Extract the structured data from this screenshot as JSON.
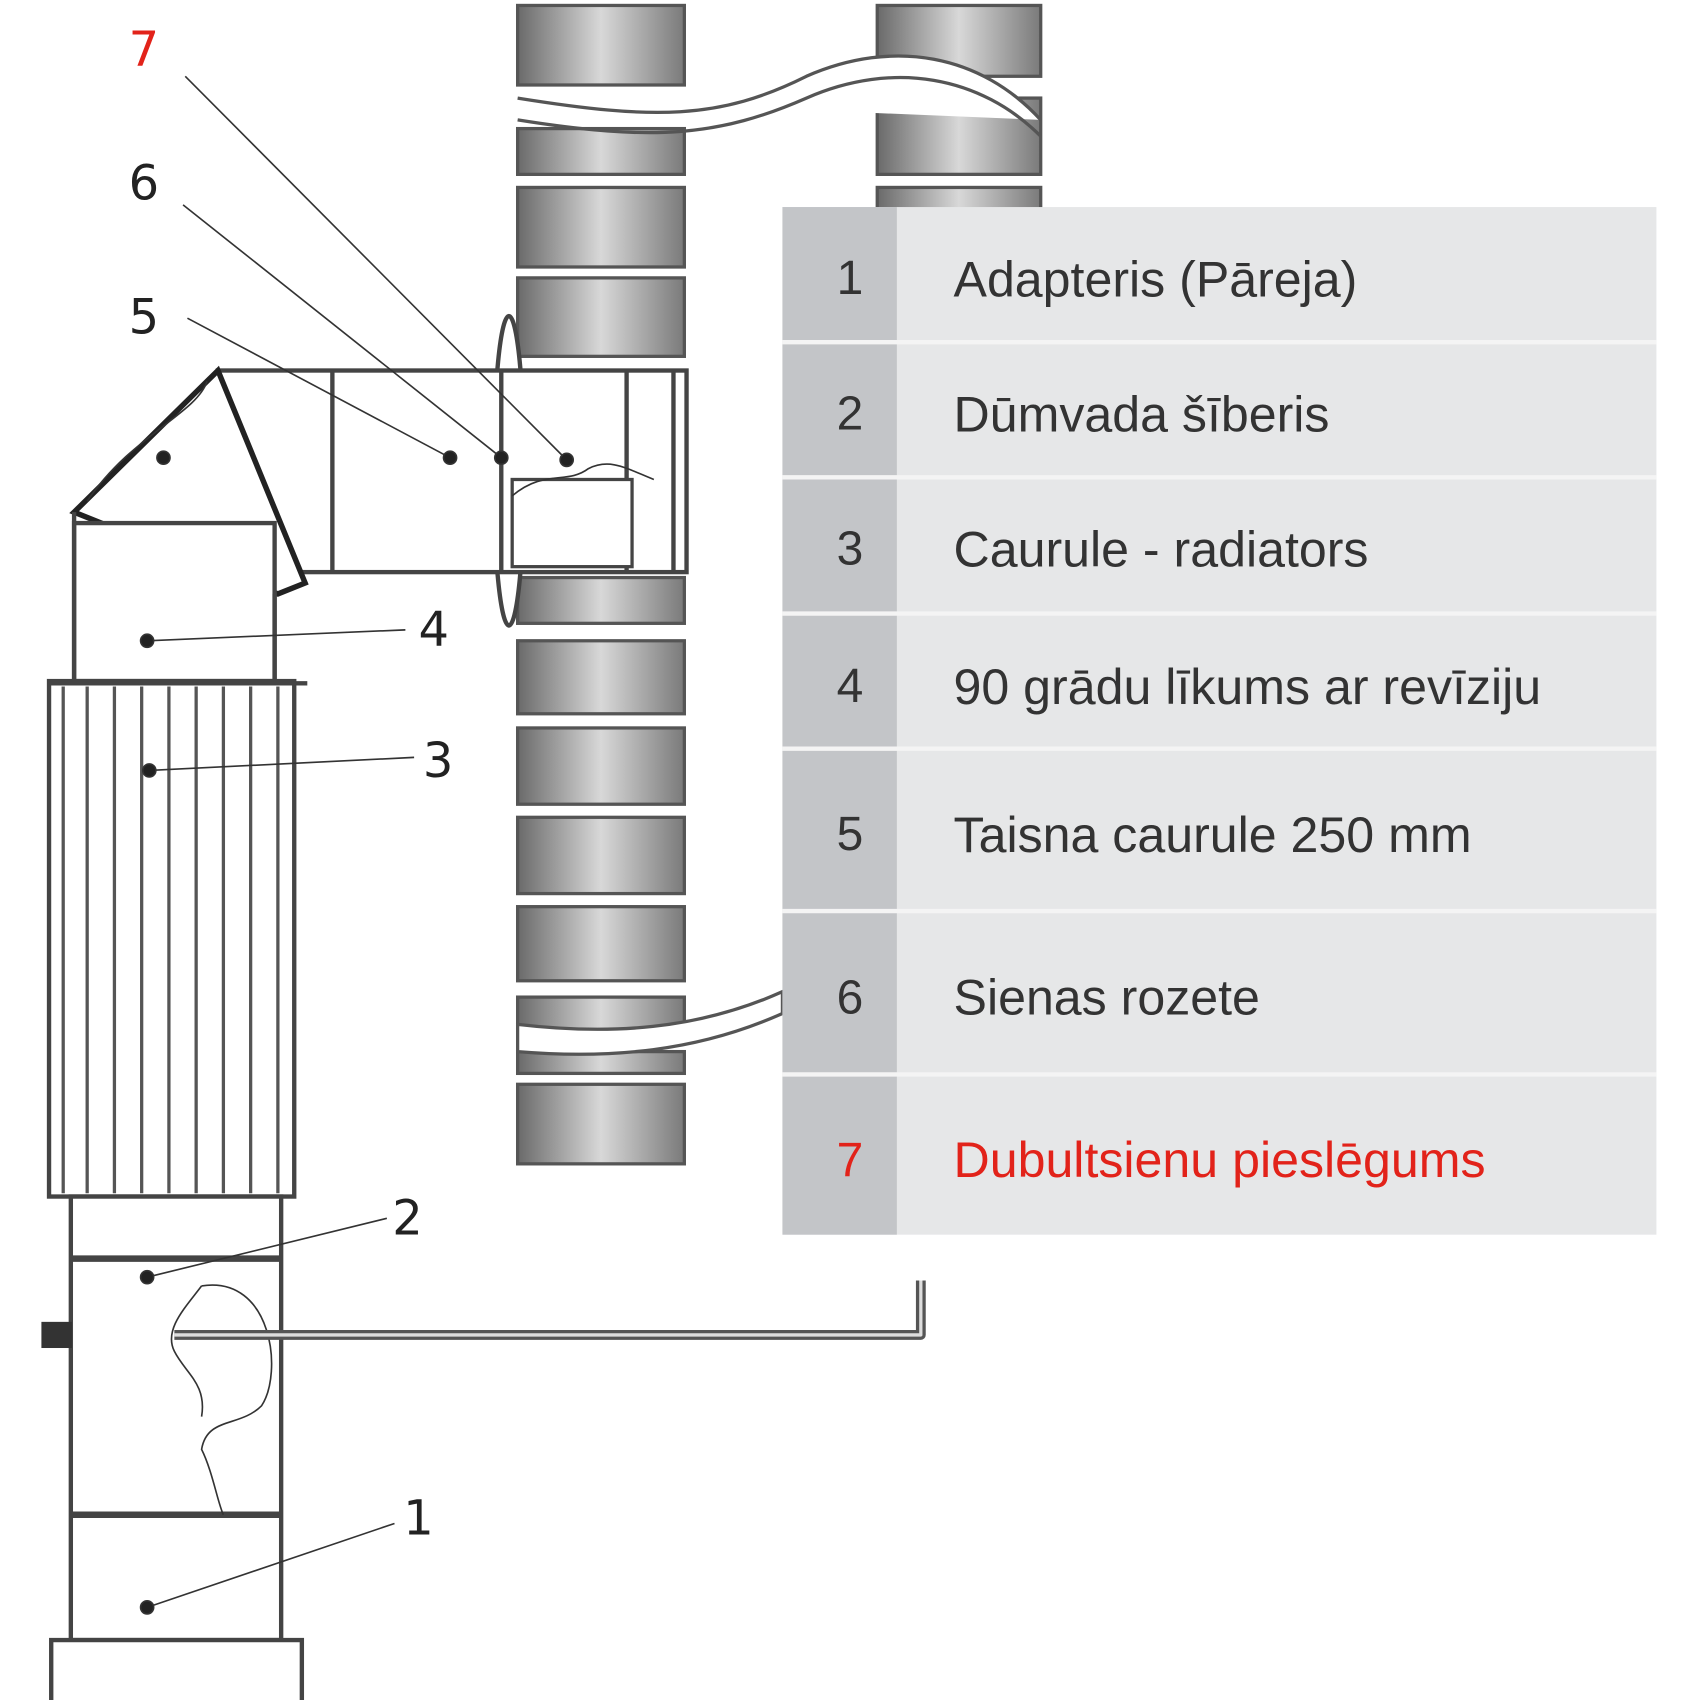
{
  "diagram": {
    "callouts": [
      "1",
      "2",
      "3",
      "4",
      "5",
      "6",
      "7"
    ]
  },
  "legend": {
    "rows": [
      {
        "num": "1",
        "label": "Adapteris (Pāreja)"
      },
      {
        "num": "2",
        "label": "Dūmvada šīberis"
      },
      {
        "num": "3",
        "label": "Caurule - radiators"
      },
      {
        "num": "4",
        "label": "90 grādu līkums ar revīziju"
      },
      {
        "num": "5",
        "label": "Taisna caurule 250 mm"
      },
      {
        "num": "6",
        "label": "Sienas rozete"
      },
      {
        "num": "7",
        "label": "Dubultsienu pieslēgums"
      }
    ]
  },
  "colors": {
    "highlight": "#e2231a",
    "text": "#333333",
    "num_col": "#c3c5c8",
    "row_bg": "#e6e7e8"
  }
}
